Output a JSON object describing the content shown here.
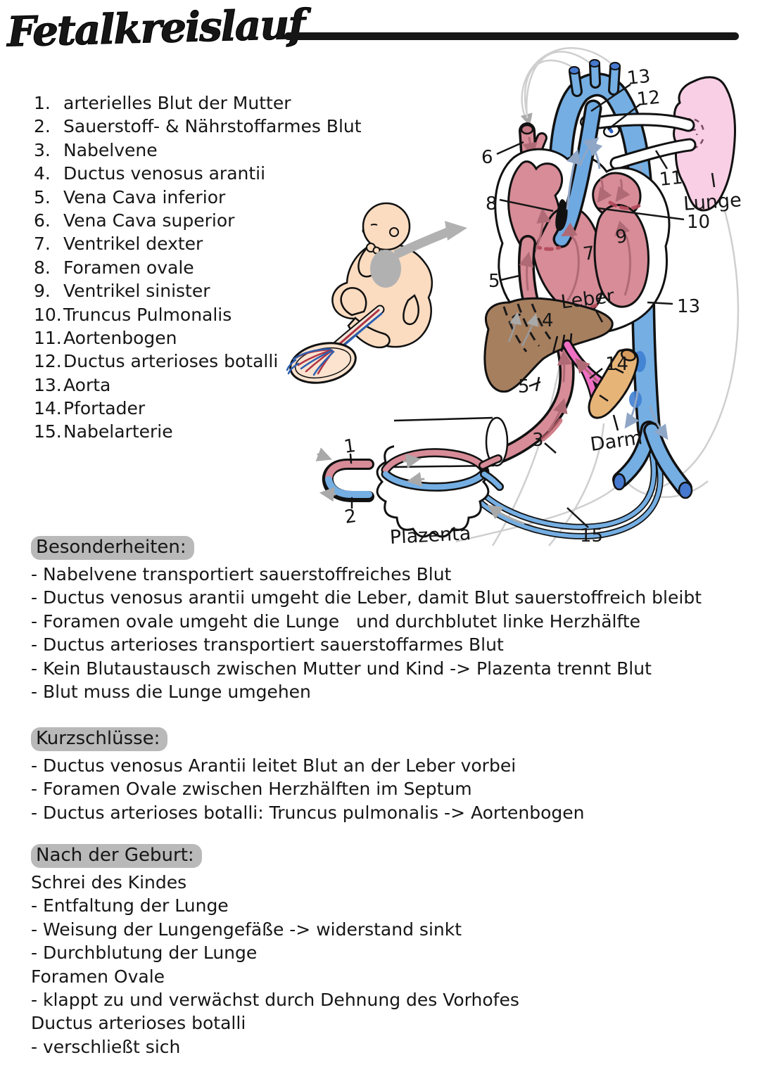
{
  "title": "Fetalkreislauf",
  "legend": {
    "items": [
      {
        "num": "1.",
        "label": "arterielles Blut der Mutter"
      },
      {
        "num": "2.",
        "label": "Sauerstoff- & Nährstoffarmes Blut"
      },
      {
        "num": "3.",
        "label": "Nabelvene"
      },
      {
        "num": "4.",
        "label": "Ductus venosus arantii"
      },
      {
        "num": "5.",
        "label": "Vena Cava inferior"
      },
      {
        "num": "6.",
        "label": "Vena Cava superior"
      },
      {
        "num": "7.",
        "label": "Ventrikel dexter"
      },
      {
        "num": "8.",
        "label": "Foramen ovale"
      },
      {
        "num": "9.",
        "label": "Ventrikel sinister"
      },
      {
        "num": "10.",
        "label": "Truncus Pulmonalis"
      },
      {
        "num": "11.",
        "label": "Aortenbogen"
      },
      {
        "num": "12.",
        "label": "Ductus arterioses botalli"
      },
      {
        "num": "13.",
        "label": "Aorta"
      },
      {
        "num": "14.",
        "label": "Pfortader"
      },
      {
        "num": "15.",
        "label": "Nabelarterie"
      }
    ]
  },
  "diagram": {
    "organ_labels": {
      "lunge": "Lunge",
      "leber": "Leber",
      "darm": "Darm",
      "plazenta": "Plazenta"
    },
    "numbers": {
      "n1": "1",
      "n2": "2",
      "n3": "3",
      "n4": "4",
      "n5_upper": "5",
      "n5_lower": "5",
      "n6": "6",
      "n7": "7",
      "n8": "8",
      "n9": "9",
      "n10": "10",
      "n11": "11",
      "n12": "12",
      "n13_arch": "13",
      "n13_descending": "13",
      "n14": "14",
      "n15": "15"
    },
    "colors": {
      "artery_red": "#d78c97",
      "vein_blue": "#74aee3",
      "lung_pink": "#f8cfe4",
      "liver_brown": "#a67f5f",
      "intestine_tan": "#e7b478",
      "portal_pink": "#ef6fc3",
      "skin": "#fbdcc1",
      "highlight_gray": "#a8a8a8"
    }
  },
  "sections": [
    {
      "heading": "Besonderheiten:",
      "lines": [
        "- Nabelvene transportiert sauerstoffreiches Blut",
        "- Ductus venosus arantii umgeht die Leber, damit Blut sauerstoffreich bleibt",
        "- Foramen ovale umgeht die Lunge   und durchblutet linke Herzhälfte",
        "- Ductus arterioses transportiert sauerstoffarmes Blut",
        "- Kein Blutaustausch zwischen Mutter und Kind -> Plazenta trennt Blut",
        "- Blut muss die Lunge umgehen"
      ]
    },
    {
      "heading": "Kurzschlüsse:",
      "lines": [
        "- Ductus venosus Arantii leitet Blut an der Leber vorbei",
        "- Foramen Ovale zwischen Herzhälften im Septum",
        "- Ductus arterioses botalli: Truncus pulmonalis -> Aortenbogen"
      ]
    },
    {
      "heading": "Nach der Geburt:",
      "lines": [
        "Schrei des Kindes",
        "- Entfaltung der Lunge",
        "- Weisung der Lungengefäße -> widerstand sinkt",
        "- Durchblutung der Lunge",
        "Foramen Ovale",
        "- klappt zu und verwächst durch Dehnung des Vorhofes",
        "Ductus arterioses botalli",
        "- verschließt sich"
      ]
    }
  ]
}
